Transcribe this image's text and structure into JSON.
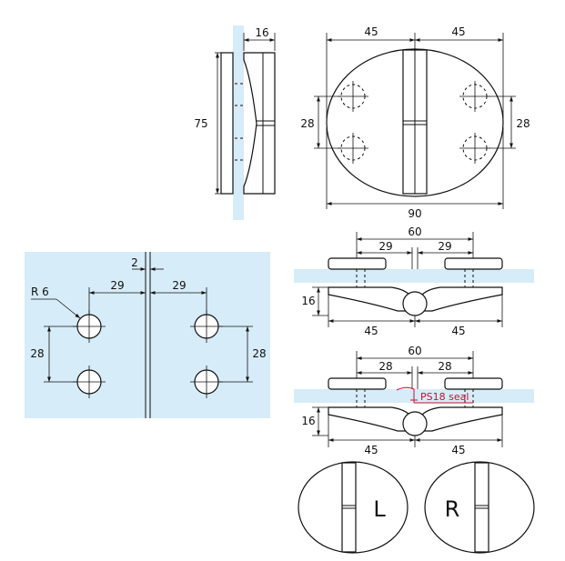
{
  "colors": {
    "glass": "#d6ecf8",
    "line": "#111111",
    "seal": "#c8102e"
  },
  "side_view": {
    "height_dim": "75",
    "depth_dim": "16"
  },
  "front_view": {
    "half_width_left": "45",
    "half_width_right": "45",
    "hole_spacing_left": "28",
    "hole_spacing_right": "28",
    "total_width": "90"
  },
  "glass_cutout": {
    "gap_dim": "2",
    "hole_offset_left": "29",
    "hole_offset_right": "29",
    "hole_radius": "R 6",
    "hole_spacing_left": "28",
    "hole_spacing_right": "28"
  },
  "section_top": {
    "overall_width": "60",
    "hole_offset_left": "29",
    "hole_offset_right": "29",
    "height_dim": "16",
    "half_width_left": "45",
    "half_width_right": "45"
  },
  "section_bottom": {
    "overall_width": "60",
    "hole_offset_left": "28",
    "hole_offset_right": "28",
    "seal_label": "PS18 seal",
    "height_dim": "16",
    "half_width_left": "45",
    "half_width_right": "45"
  },
  "variants": {
    "left_label": "L",
    "right_label": "R"
  }
}
